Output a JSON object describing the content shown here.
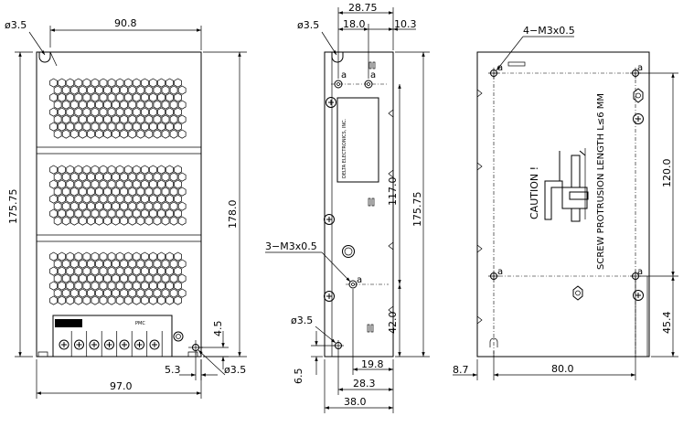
{
  "front_view": {
    "d_top_hole": "ø3.5",
    "d_width_top": "90.8",
    "d_height_left": "175.75",
    "d_height_right": "178.0",
    "d_bottom_width": "97.0",
    "d_term_x": "5.3",
    "d_term_y": "4.5",
    "d_term_hole": "ø3.5",
    "brand_label": "PMC"
  },
  "side_view": {
    "d_top_total": "28.75",
    "d_top_18": "18.0",
    "d_top_10": "10.3",
    "d_hole_top": "ø3.5",
    "d_hole_bottom": "ø3.5",
    "d_screw_label": "3−M3x0.5",
    "d_117": "117.0",
    "d_175": "175.75",
    "d_42": "42.0",
    "d_6_5": "6.5",
    "d_19_8": "19.8",
    "d_28_3": "28.3",
    "d_38": "38.0",
    "mark_a": "a",
    "label_company": "DELTA ELECTRONICS, INC."
  },
  "back_view": {
    "d_screw_label": "4−M3x0.5",
    "d_120": "120.0",
    "d_45_4": "45.4",
    "d_8_7": "8.7",
    "d_80": "80.0",
    "caution": "CAUTION !",
    "screw_note": "SCREW PROTRUSION LENGTH L≤6 MM",
    "mark_a": "a"
  }
}
